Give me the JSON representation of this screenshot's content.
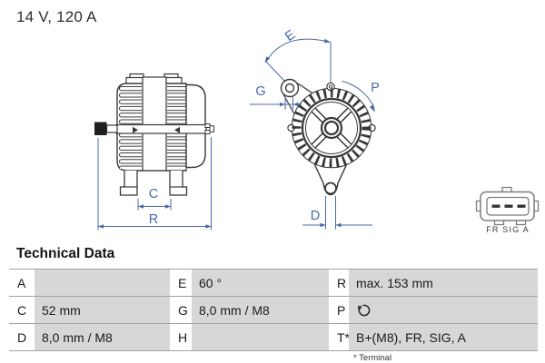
{
  "colors": {
    "accent_blue": "#4a69a5",
    "line_dark": "#383838",
    "connector_gray": "#7d7d7d",
    "cell_gray": "#d7d7d7",
    "separator_gray": "#a3a3a3"
  },
  "header": {
    "rating": "14 V, 120 A"
  },
  "diagram": {
    "dimension_labels": {
      "C": "C",
      "R": "R",
      "E": "E",
      "G": "G",
      "P": "P",
      "D": "D"
    },
    "connector": {
      "label": "FR SIG A",
      "icon": "connector-3-pin-icon"
    }
  },
  "technical_data": {
    "title": "Technical Data",
    "rows": [
      {
        "cells": [
          {
            "key": "A",
            "value": ""
          },
          {
            "key": "E",
            "value": "60 °"
          },
          {
            "key": "R",
            "value": "max. 153 mm"
          }
        ]
      },
      {
        "cells": [
          {
            "key": "C",
            "value": "52 mm"
          },
          {
            "key": "G",
            "value": "8,0 mm / M8"
          },
          {
            "key": "P",
            "value": "",
            "icon": "rotation-direction-icon"
          }
        ]
      },
      {
        "cells": [
          {
            "key": "D",
            "value": "8,0 mm / M8"
          },
          {
            "key": "H",
            "value": ""
          },
          {
            "key": "T*",
            "value": "B+(M8), FR, SIG, A"
          }
        ]
      }
    ],
    "footnote": "* Terminal"
  }
}
